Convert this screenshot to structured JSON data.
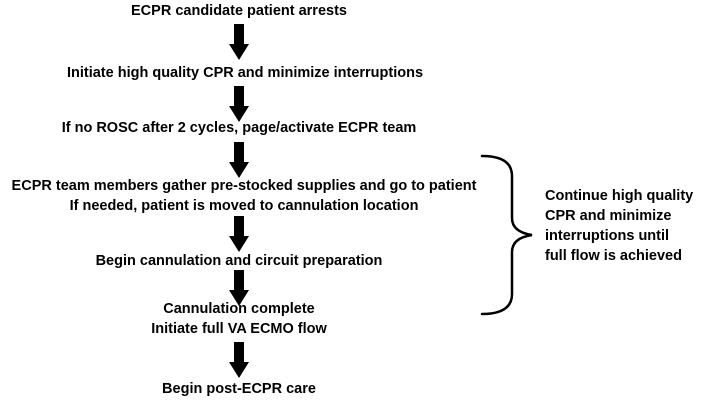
{
  "flow": {
    "steps": [
      {
        "lines": [
          "ECPR candidate patient arrests"
        ]
      },
      {
        "lines": [
          "Initiate high quality CPR and minimize interruptions"
        ]
      },
      {
        "lines": [
          "If no ROSC after 2 cycles, page/activate ECPR team"
        ]
      },
      {
        "lines": [
          "ECPR team members gather pre-stocked supplies and go to patient",
          "If needed, patient is moved to cannulation location"
        ]
      },
      {
        "lines": [
          "Begin cannulation and circuit preparation"
        ]
      },
      {
        "lines": [
          "Cannulation complete",
          "Initiate full VA ECMO flow"
        ]
      },
      {
        "lines": [
          "Begin post-ECPR care"
        ]
      }
    ]
  },
  "side_note": {
    "lines": [
      "Continue high quality",
      "CPR and minimize",
      "interruptions until",
      "full flow is achieved"
    ]
  }
}
